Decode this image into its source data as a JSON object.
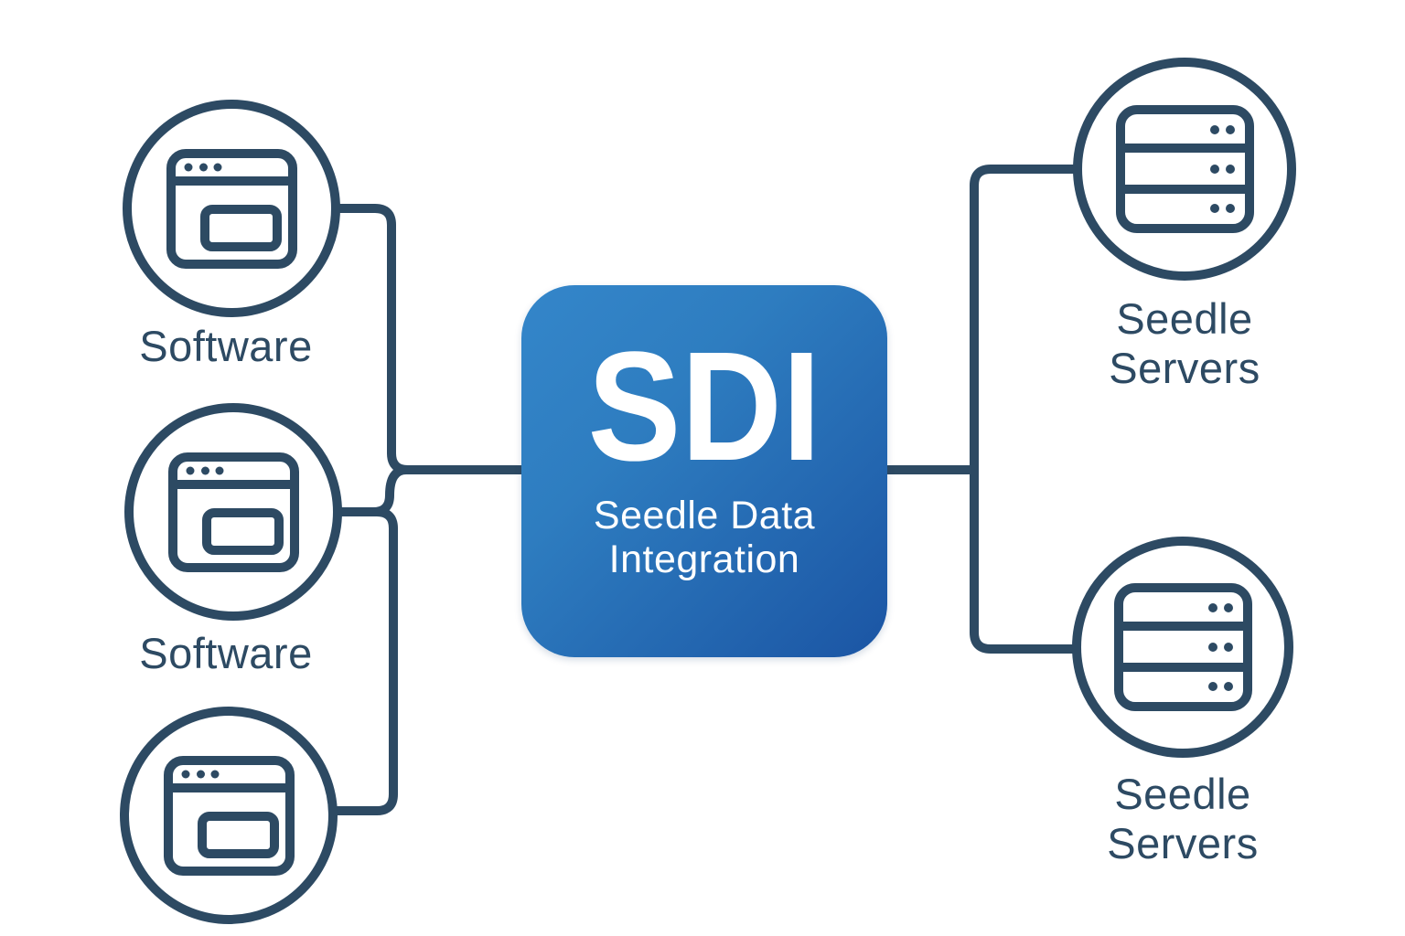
{
  "palette": {
    "background": "#ffffff",
    "stroke": "#2d4a63",
    "label_text": "#2d4a63",
    "box_gradient_start": "#3486ca",
    "box_gradient_end": "#1b55a4",
    "box_text": "#ffffff"
  },
  "center_box": {
    "abbreviation": "SDI",
    "subtitle_line1": "Seedle Data",
    "subtitle_line2": "Integration"
  },
  "nodes": {
    "left": [
      {
        "icon": "browser-window-icon",
        "label": "Software"
      },
      {
        "icon": "browser-window-icon",
        "label": "Software"
      },
      {
        "icon": "browser-window-icon"
      }
    ],
    "right": [
      {
        "icon": "server-rack-icon",
        "label_line1": "Seedle",
        "label_line2": "Servers"
      },
      {
        "icon": "server-rack-icon",
        "label_line1": "Seedle",
        "label_line2": "Servers"
      }
    ]
  }
}
